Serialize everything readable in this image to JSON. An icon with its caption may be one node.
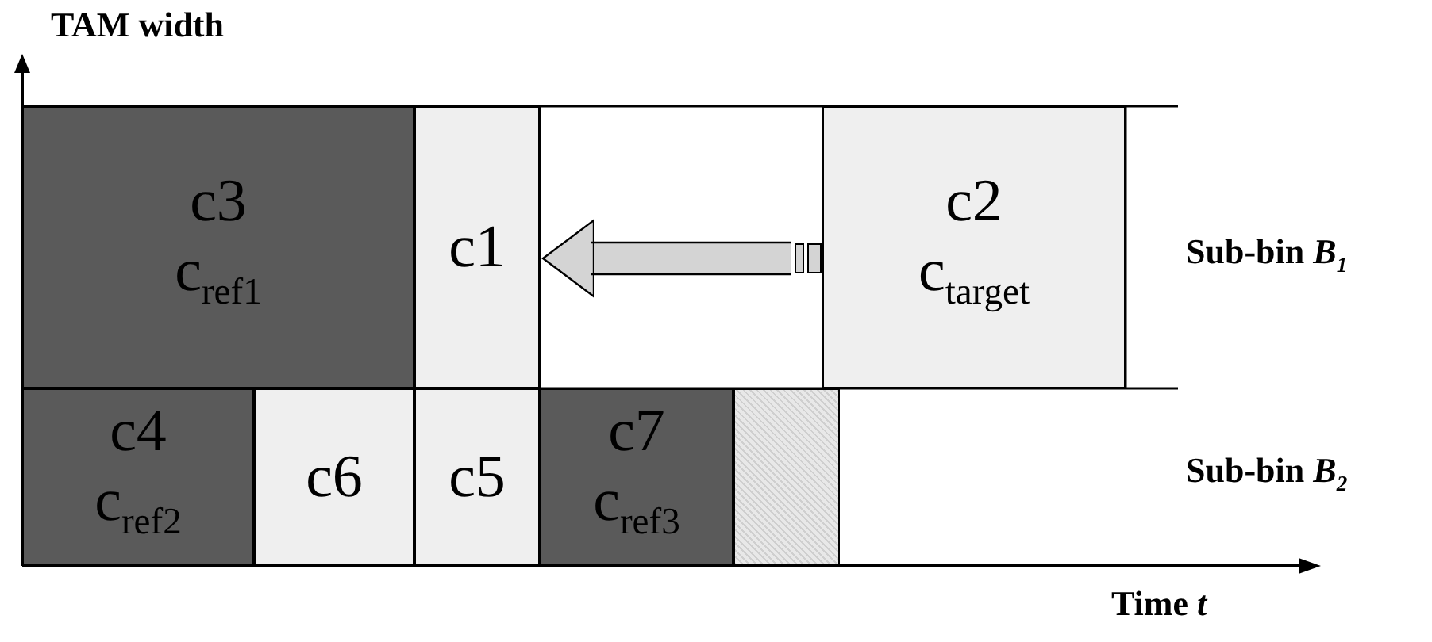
{
  "diagram": {
    "nodes": [
      {
        "text": [
          "c3",
          "c$_{ref1}$"
        ]
      },
      {
        "text": [
          "c1"
        ]
      },
      {
        "text": [
          "c2",
          "c$_{target}$"
        ]
      },
      {
        "text": [
          "c4",
          "c$_{ref2}$"
        ]
      },
      {
        "text": [
          "c6"
        ]
      },
      {
        "text": [
          "c5"
        ]
      },
      {
        "text": [
          "c7",
          "c$_{ref3}$"
        ]
      },
      {
        "text": [],
        "shape": "box"
      }
    ],
    "edges": [
      {
        "from": 2,
        "to": 1,
        "arrow": "to"
      }
    ],
    "labels": [
      "TAM width",
      "Sub-bin *B*$_{1}$",
      "Sub-bin *B*$_{2}$",
      "Time *t*"
    ]
  }
}
